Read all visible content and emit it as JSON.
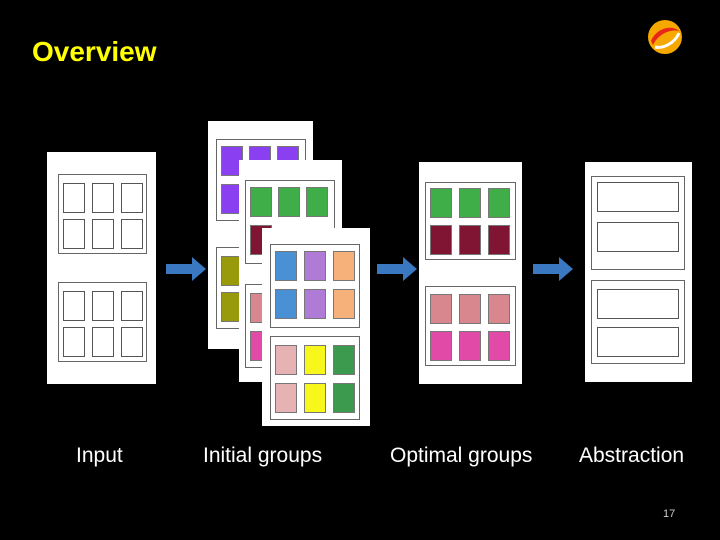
{
  "title": "Overview",
  "labels": {
    "input": "Input",
    "initial": "Initial groups",
    "optimal": "Optimal groups",
    "abstraction": "Abstraction"
  },
  "page_number": "17",
  "colors": {
    "title": "#ffff00",
    "arrow": "#3a78c2",
    "purple": "#8a3ff0",
    "green": "#3fae49",
    "maroon": "#7f1533",
    "olive": "#99990c",
    "pink": "#d9878f",
    "magenta": "#e24aa7",
    "blue": "#4a90d4",
    "lavender": "#b07bd6",
    "peach": "#f6b07a",
    "lightpink": "#e7b2b3",
    "yellow": "#f7f71c",
    "green2": "#3b9a4e"
  },
  "icons": [
    "logo-icon",
    "arrow-right-icon"
  ]
}
